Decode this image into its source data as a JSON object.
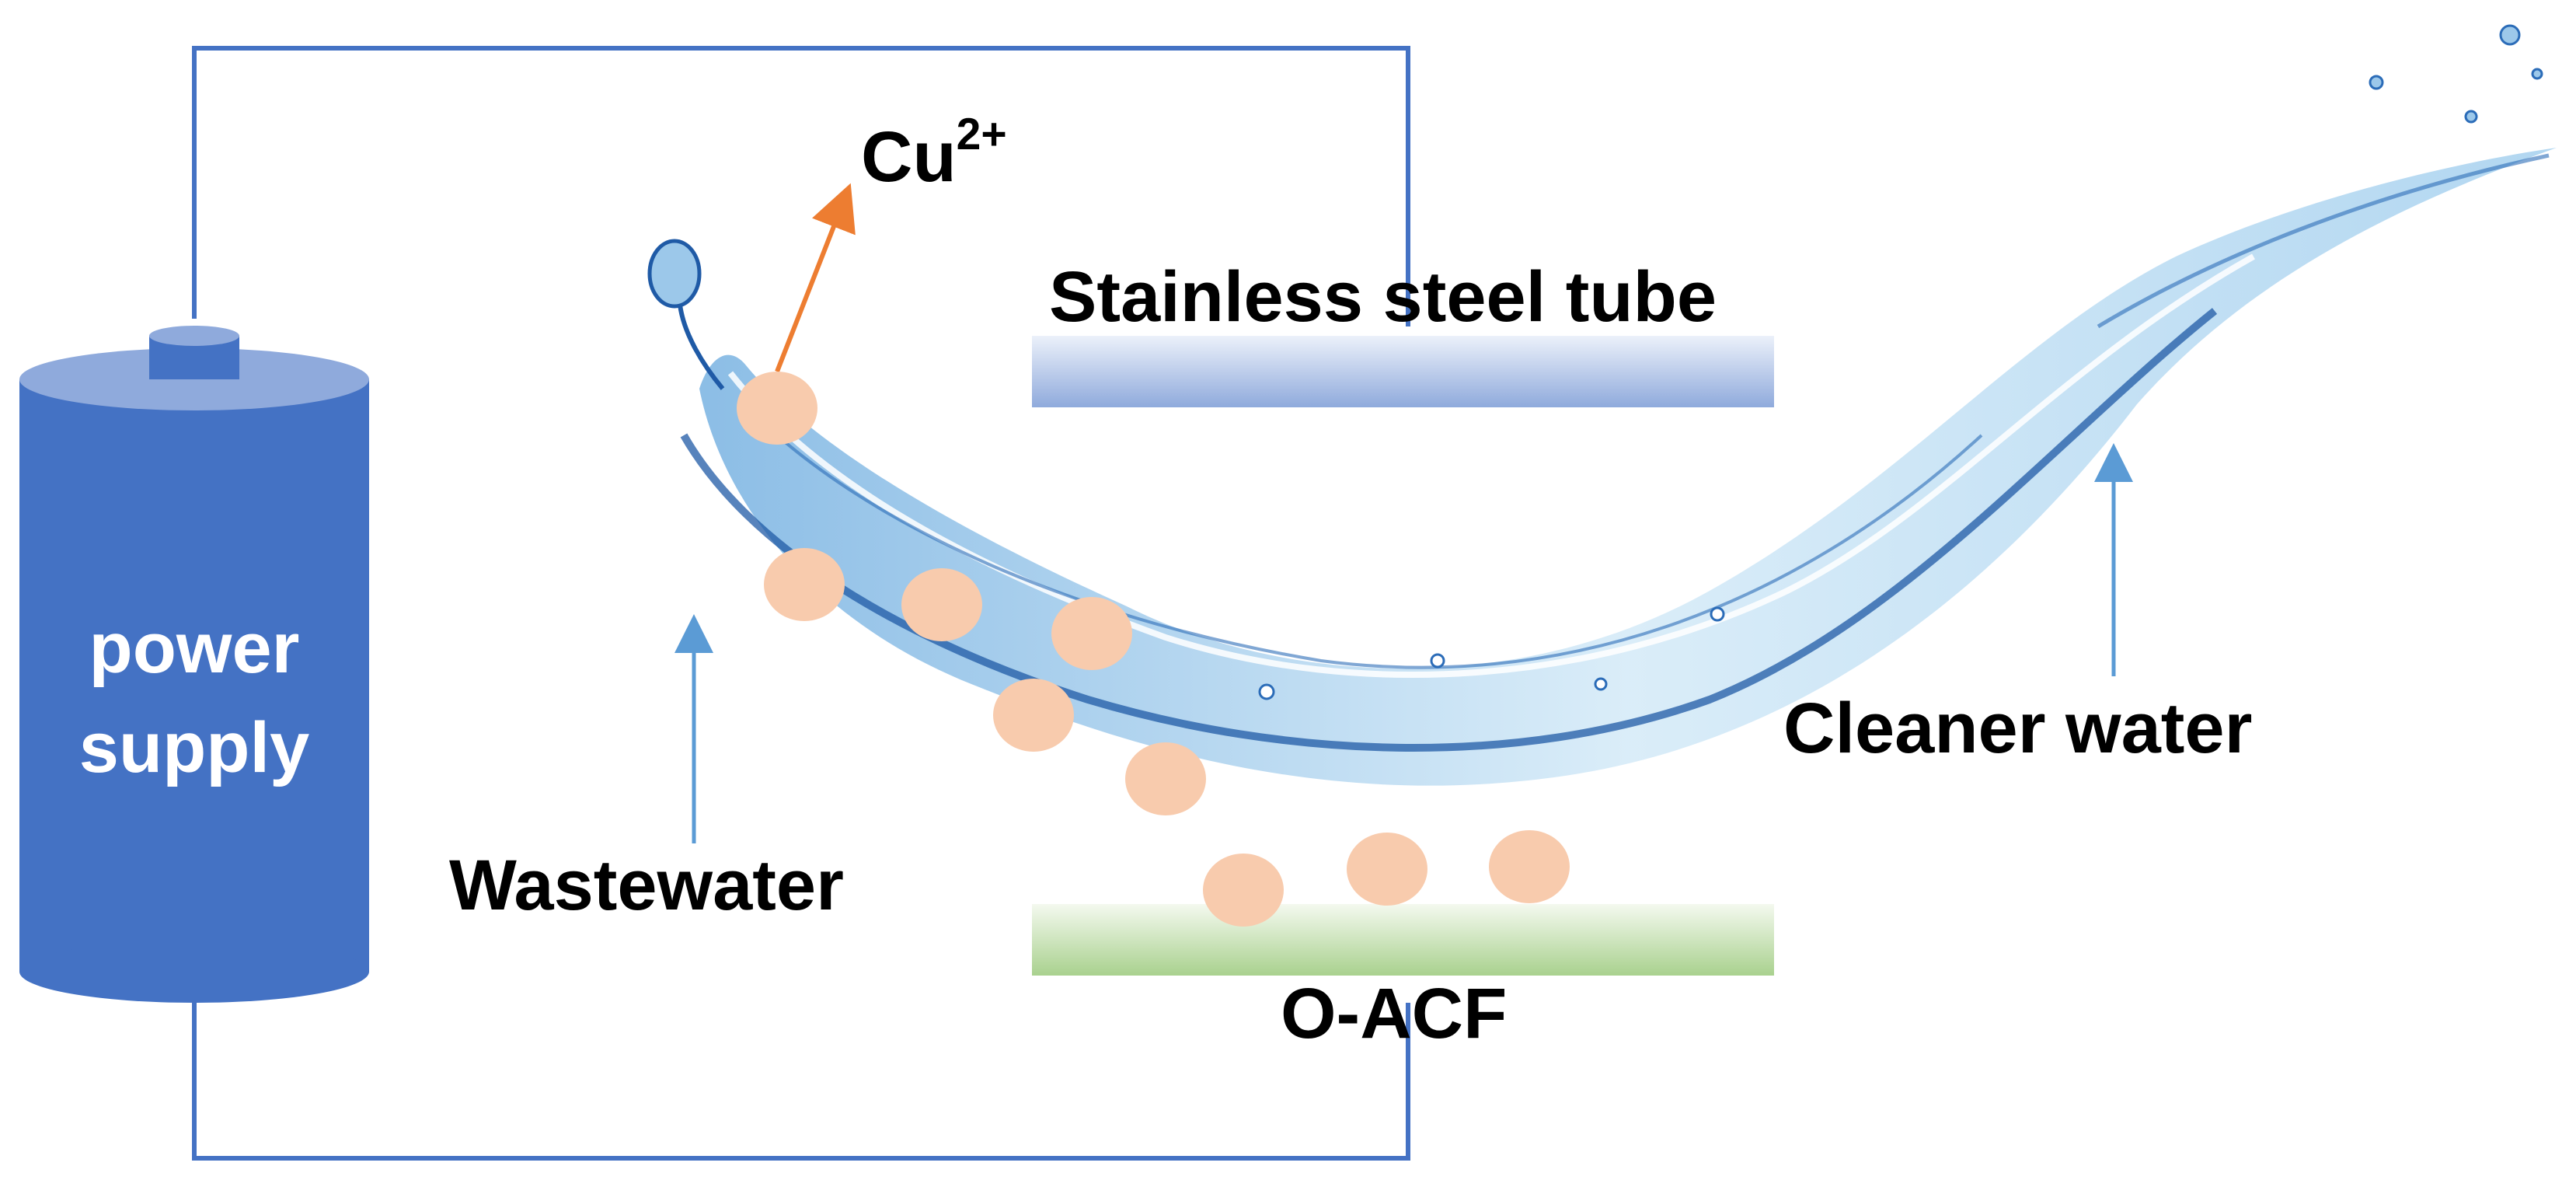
{
  "labels": {
    "power_line1": "power",
    "power_line2": "supply",
    "cu_base": "Cu",
    "cu_charge": "2+",
    "tube": "Stainless steel tube",
    "oacf": "O-ACF",
    "wastewater": "Wastewater",
    "cleaner_water": "Cleaner water"
  },
  "colors": {
    "wire": "#4472c4",
    "battery_body": "#4472c4",
    "battery_top": "#8faadc",
    "ion": "#f8cbad",
    "cu_arrow": "#ed7d31",
    "pointer_arrow": "#5b9bd5",
    "tube_light": "#dae3f3",
    "tube_dark": "#8faadc",
    "oacf_light": "#e2f0d9",
    "oacf_dark": "#a9d18e",
    "water_light": "#bfe0f4",
    "water_dark": "#1f5aa6"
  },
  "icons": {
    "power_supply": "battery-cylinder-icon",
    "water": "water-splash-image",
    "ion": "copper-ion-circle"
  }
}
